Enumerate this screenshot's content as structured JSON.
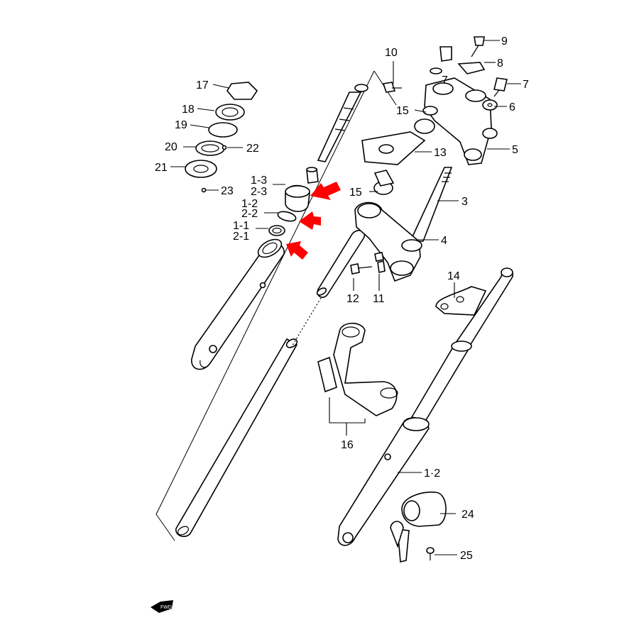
{
  "labels": {
    "l9": "9",
    "l8": "8",
    "l10": "10",
    "l7a": "7",
    "l7b": "7",
    "l6": "6",
    "l15a": "15",
    "l5": "5",
    "l13": "13",
    "l15b": "15",
    "l3": "3",
    "l4": "4",
    "l12": "12",
    "l11": "11",
    "l14": "14",
    "l16": "16",
    "l12b": "1·2",
    "l24": "24",
    "l25": "25",
    "l17": "17",
    "l18": "18",
    "l19": "19",
    "l20": "20",
    "l21": "21",
    "l22": "22",
    "l23": "23",
    "l13a": "1-3",
    "l23a": "2-3",
    "l12a": "1-2",
    "l22a": "2-2",
    "l11a": "1-1",
    "l21a": "2-1"
  },
  "fwd_badge": "FWD",
  "colors": {
    "highlight_arrow": "#ff0000",
    "line": "#000000",
    "background": "#ffffff"
  },
  "icons": {
    "highlight": "arrow-icon",
    "forward": "fwd-arrow-icon"
  }
}
